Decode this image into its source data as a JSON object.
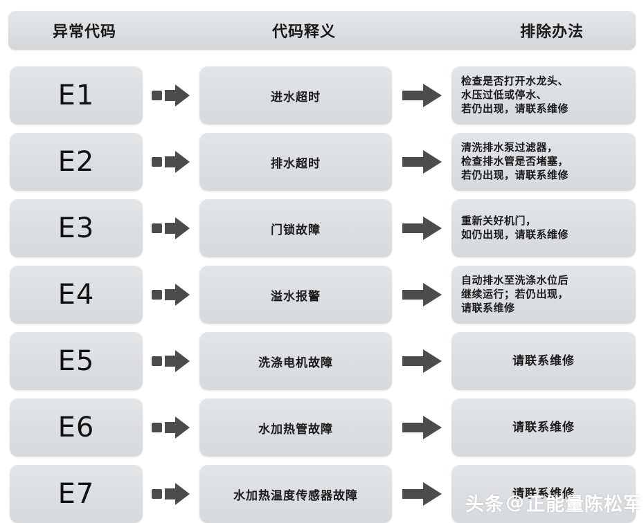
{
  "header": {
    "columns": [
      {
        "label": "异常代码"
      },
      {
        "label": "代码释义"
      },
      {
        "label": "排除办法"
      }
    ]
  },
  "arrow_icon": {
    "name": "right-arrow-icon",
    "color": "#4a4c4e"
  },
  "colors": {
    "page_background": "#ffffff",
    "box_fill": "#dfe2e4",
    "text": "#1a1b1d",
    "arrow": "#4a4c4e"
  },
  "rows": [
    {
      "code": "E1",
      "meaning": "进水超时",
      "solution": "检查是否打开水龙头、\n水压过低或停水、\n若仍出现，请联系维修",
      "solution_align": "left"
    },
    {
      "code": "E2",
      "meaning": "排水超时",
      "solution": "清洗排水泵过滤器，\n检查排水管是否堵塞，\n若仍出现，请联系维修",
      "solution_align": "left"
    },
    {
      "code": "E3",
      "meaning": "门锁故障",
      "solution": "重新关好机门，\n如仍出现，请联系维修",
      "solution_align": "left"
    },
    {
      "code": "E4",
      "meaning": "溢水报警",
      "solution": "自动排水至洗涤水位后\n继续运行；若仍出现，\n请联系维修",
      "solution_align": "left"
    },
    {
      "code": "E5",
      "meaning": "洗涤电机故障",
      "solution": "请联系维修",
      "solution_align": "center"
    },
    {
      "code": "E6",
      "meaning": "水加热管故障",
      "solution": "请联系维修",
      "solution_align": "center"
    },
    {
      "code": "E7",
      "meaning": "水加热温度传感器故障",
      "solution": "请联系维修",
      "solution_align": "center"
    }
  ],
  "watermark": {
    "prefix": "头条",
    "at": "@",
    "handle": "正能量陈松军"
  }
}
